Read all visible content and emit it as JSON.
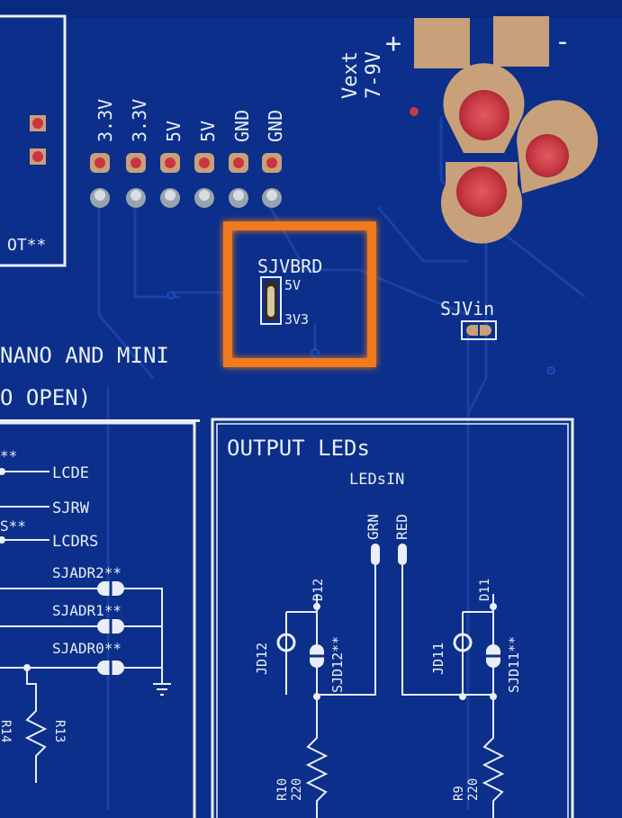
{
  "silkscreen": {
    "header_labels": [
      "3.3V",
      "3.3V",
      "5V",
      "5V",
      "GND",
      "GND"
    ],
    "ot_label": "OT**",
    "vext_label": "Vext",
    "vext_range": "7-9V",
    "plus": "+",
    "minus": "-",
    "sjvbrd": "SJVBRD",
    "five_v": "5V",
    "three_v3": "3V3",
    "sjvin": "SJVin",
    "nano_text": "NANO AND MINI",
    "open_text": "O OPEN)",
    "output_leds": "OUTPUT LEDs",
    "leds_in": "LEDsIN",
    "grn": "GRN",
    "red": "RED",
    "lcde": "LCDE",
    "sjrw": "SJRW",
    "lcdrs": "LCDRS",
    "sjadr2": "SJADR2**",
    "sjadr1": "SJADR1**",
    "sjadr0": "SJADR0**",
    "stars_top": "**",
    "s_stars": "S**",
    "d12": "D12",
    "jd12": "JD12",
    "sjd12": "SJD12**",
    "d11": "D11",
    "jd11": "JD11",
    "sjd11": "SJD11**",
    "r13": "R13",
    "r14": "R14",
    "r10": "R10",
    "r10_val": "220",
    "r9": "R9",
    "r9_val": "220"
  },
  "colors": {
    "board": "#0b2f8a",
    "trace": "#1a45a8",
    "silk": "#e9eef7",
    "pad": "#c8a17a",
    "highlight": "#f07a1e"
  },
  "annotation": {
    "shape": "rectangle",
    "color": "#f07a1e",
    "target": "SJVBRD jumper"
  }
}
